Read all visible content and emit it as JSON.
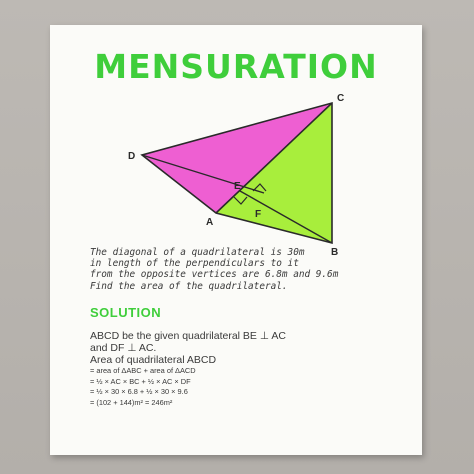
{
  "title": "MENSURATION",
  "figure": {
    "vertices": {
      "a": "A",
      "b": "B",
      "c": "C",
      "d": "D",
      "e": "E",
      "f": "F"
    },
    "colors": {
      "pink": "#ee5fd2",
      "green": "#a8ee3c",
      "outline": "#2a2a2a"
    }
  },
  "problem": {
    "lines": [
      "The diagonal of a quadrilateral is 30m",
      "in length of the perpendiculars to it",
      "from the opposite vertices are 6.8m and 9.6m",
      "Find the area of the quadrilateral."
    ]
  },
  "solution": {
    "heading": "SOLUTION",
    "lines": [
      {
        "text": "ABCD be the given quadrilateral BE ⊥ AC",
        "size": "big"
      },
      {
        "text": "and DF ⊥ AC.",
        "size": "big"
      },
      {
        "text": "Area of quadrilateral ABCD",
        "size": "big"
      },
      {
        "text": "= area of ΔABC + area of ΔACD",
        "size": "small"
      },
      {
        "text": "= ½ × AC × BC + ½ × AC × DF",
        "size": "small"
      },
      {
        "text": "= ½ × 30 × 6.8 + ½ × 30 × 9.6",
        "size": "small"
      },
      {
        "text": "= (102 + 144)m² = 246m²",
        "size": "small"
      }
    ]
  }
}
